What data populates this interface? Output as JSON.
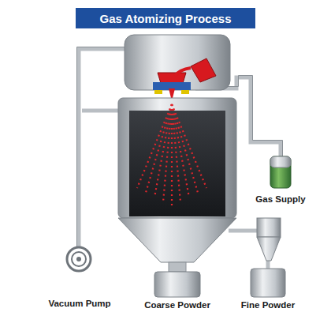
{
  "diagram": {
    "title": "Gas Atomizing Process",
    "labels": [
      "Gas Supply",
      "Vacuum Pump",
      "Coarse Powder",
      "Fine Powder"
    ]
  }
}
